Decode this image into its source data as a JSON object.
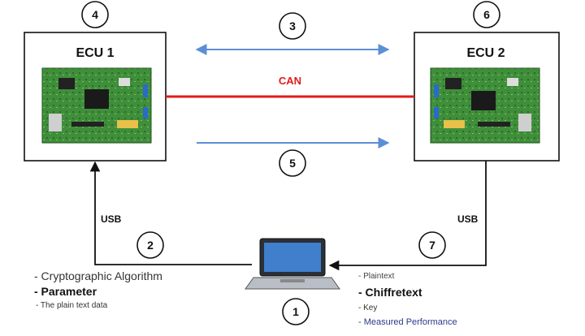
{
  "ecu1": {
    "title": "ECU 1",
    "badge": "4"
  },
  "ecu2": {
    "title": "ECU 2",
    "badge": "6"
  },
  "bus": {
    "label": "CAN",
    "top_badge": "3",
    "bottom_badge": "5"
  },
  "links": {
    "left_usb": "USB",
    "left_badge": "2",
    "right_usb": "USB",
    "right_badge": "7"
  },
  "laptop": {
    "badge": "1"
  },
  "notes_left": [
    {
      "text": "- Cryptographic Algorithm"
    },
    {
      "text": "- Parameter"
    },
    {
      "text": "- The plain text data"
    }
  ],
  "notes_right": [
    {
      "text": "- Plaintext"
    },
    {
      "text": "- Chiffretext"
    },
    {
      "text": "- Key"
    },
    {
      "text": "- Measured Performance"
    }
  ],
  "colors": {
    "can_line": "#e21b1b",
    "data_arrow": "#5b8fd6",
    "board_green": "#3f8f3a"
  }
}
